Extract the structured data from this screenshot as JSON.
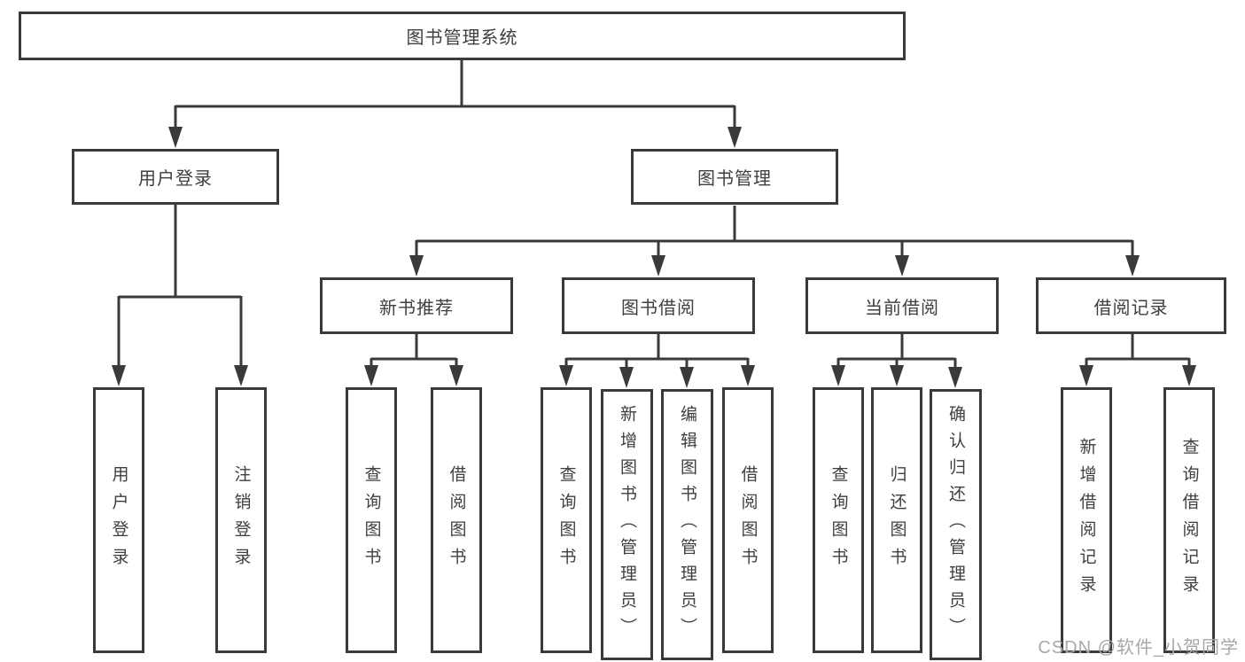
{
  "diagram": {
    "title": "图书管理系统",
    "watermark": "CSDN @软件_小贺同学",
    "colors": {
      "line": "#3a3a3a",
      "box_border": "#3a3a3a",
      "text": "#3f3f3f",
      "watermark_text": "#a8a8a8",
      "background": "#ffffff"
    },
    "nodes": {
      "root": "图书管理系统",
      "user_login": "用户登录",
      "book_mgmt": "图书管理",
      "new_book_rec": "新书推荐",
      "book_borrow": "图书借阅",
      "current_borrow": "当前借阅",
      "borrow_records": "借阅记录",
      "login": "用户登录",
      "logout": "注销登录",
      "rec_query_book": "查询图书",
      "rec_borrow_book": "借阅图书",
      "bb_query_book": "查询图书",
      "bb_add_book": "新增图书（管理员）",
      "bb_edit_book": "编辑图书（管理员）",
      "bb_borrow_book": "借阅图书",
      "cb_query_book": "查询图书",
      "cb_return_book": "归还图书",
      "cb_confirm_return": "确认归还（管理员）",
      "br_add_record": "新增借阅记录",
      "br_query_record": "查询借阅记录"
    },
    "structure": {
      "root_children": [
        "用户登录",
        "图书管理"
      ],
      "user_login_children": [
        "用户登录",
        "注销登录"
      ],
      "book_mgmt_children": [
        "新书推荐",
        "图书借阅",
        "当前借阅",
        "借阅记录"
      ],
      "new_book_rec_children": [
        "查询图书",
        "借阅图书"
      ],
      "book_borrow_children": [
        "查询图书",
        "新增图书（管理员）",
        "编辑图书（管理员）",
        "借阅图书"
      ],
      "current_borrow_children": [
        "查询图书",
        "归还图书",
        "确认归还（管理员）"
      ],
      "borrow_records_children": [
        "新增借阅记录",
        "查询借阅记录"
      ]
    }
  }
}
